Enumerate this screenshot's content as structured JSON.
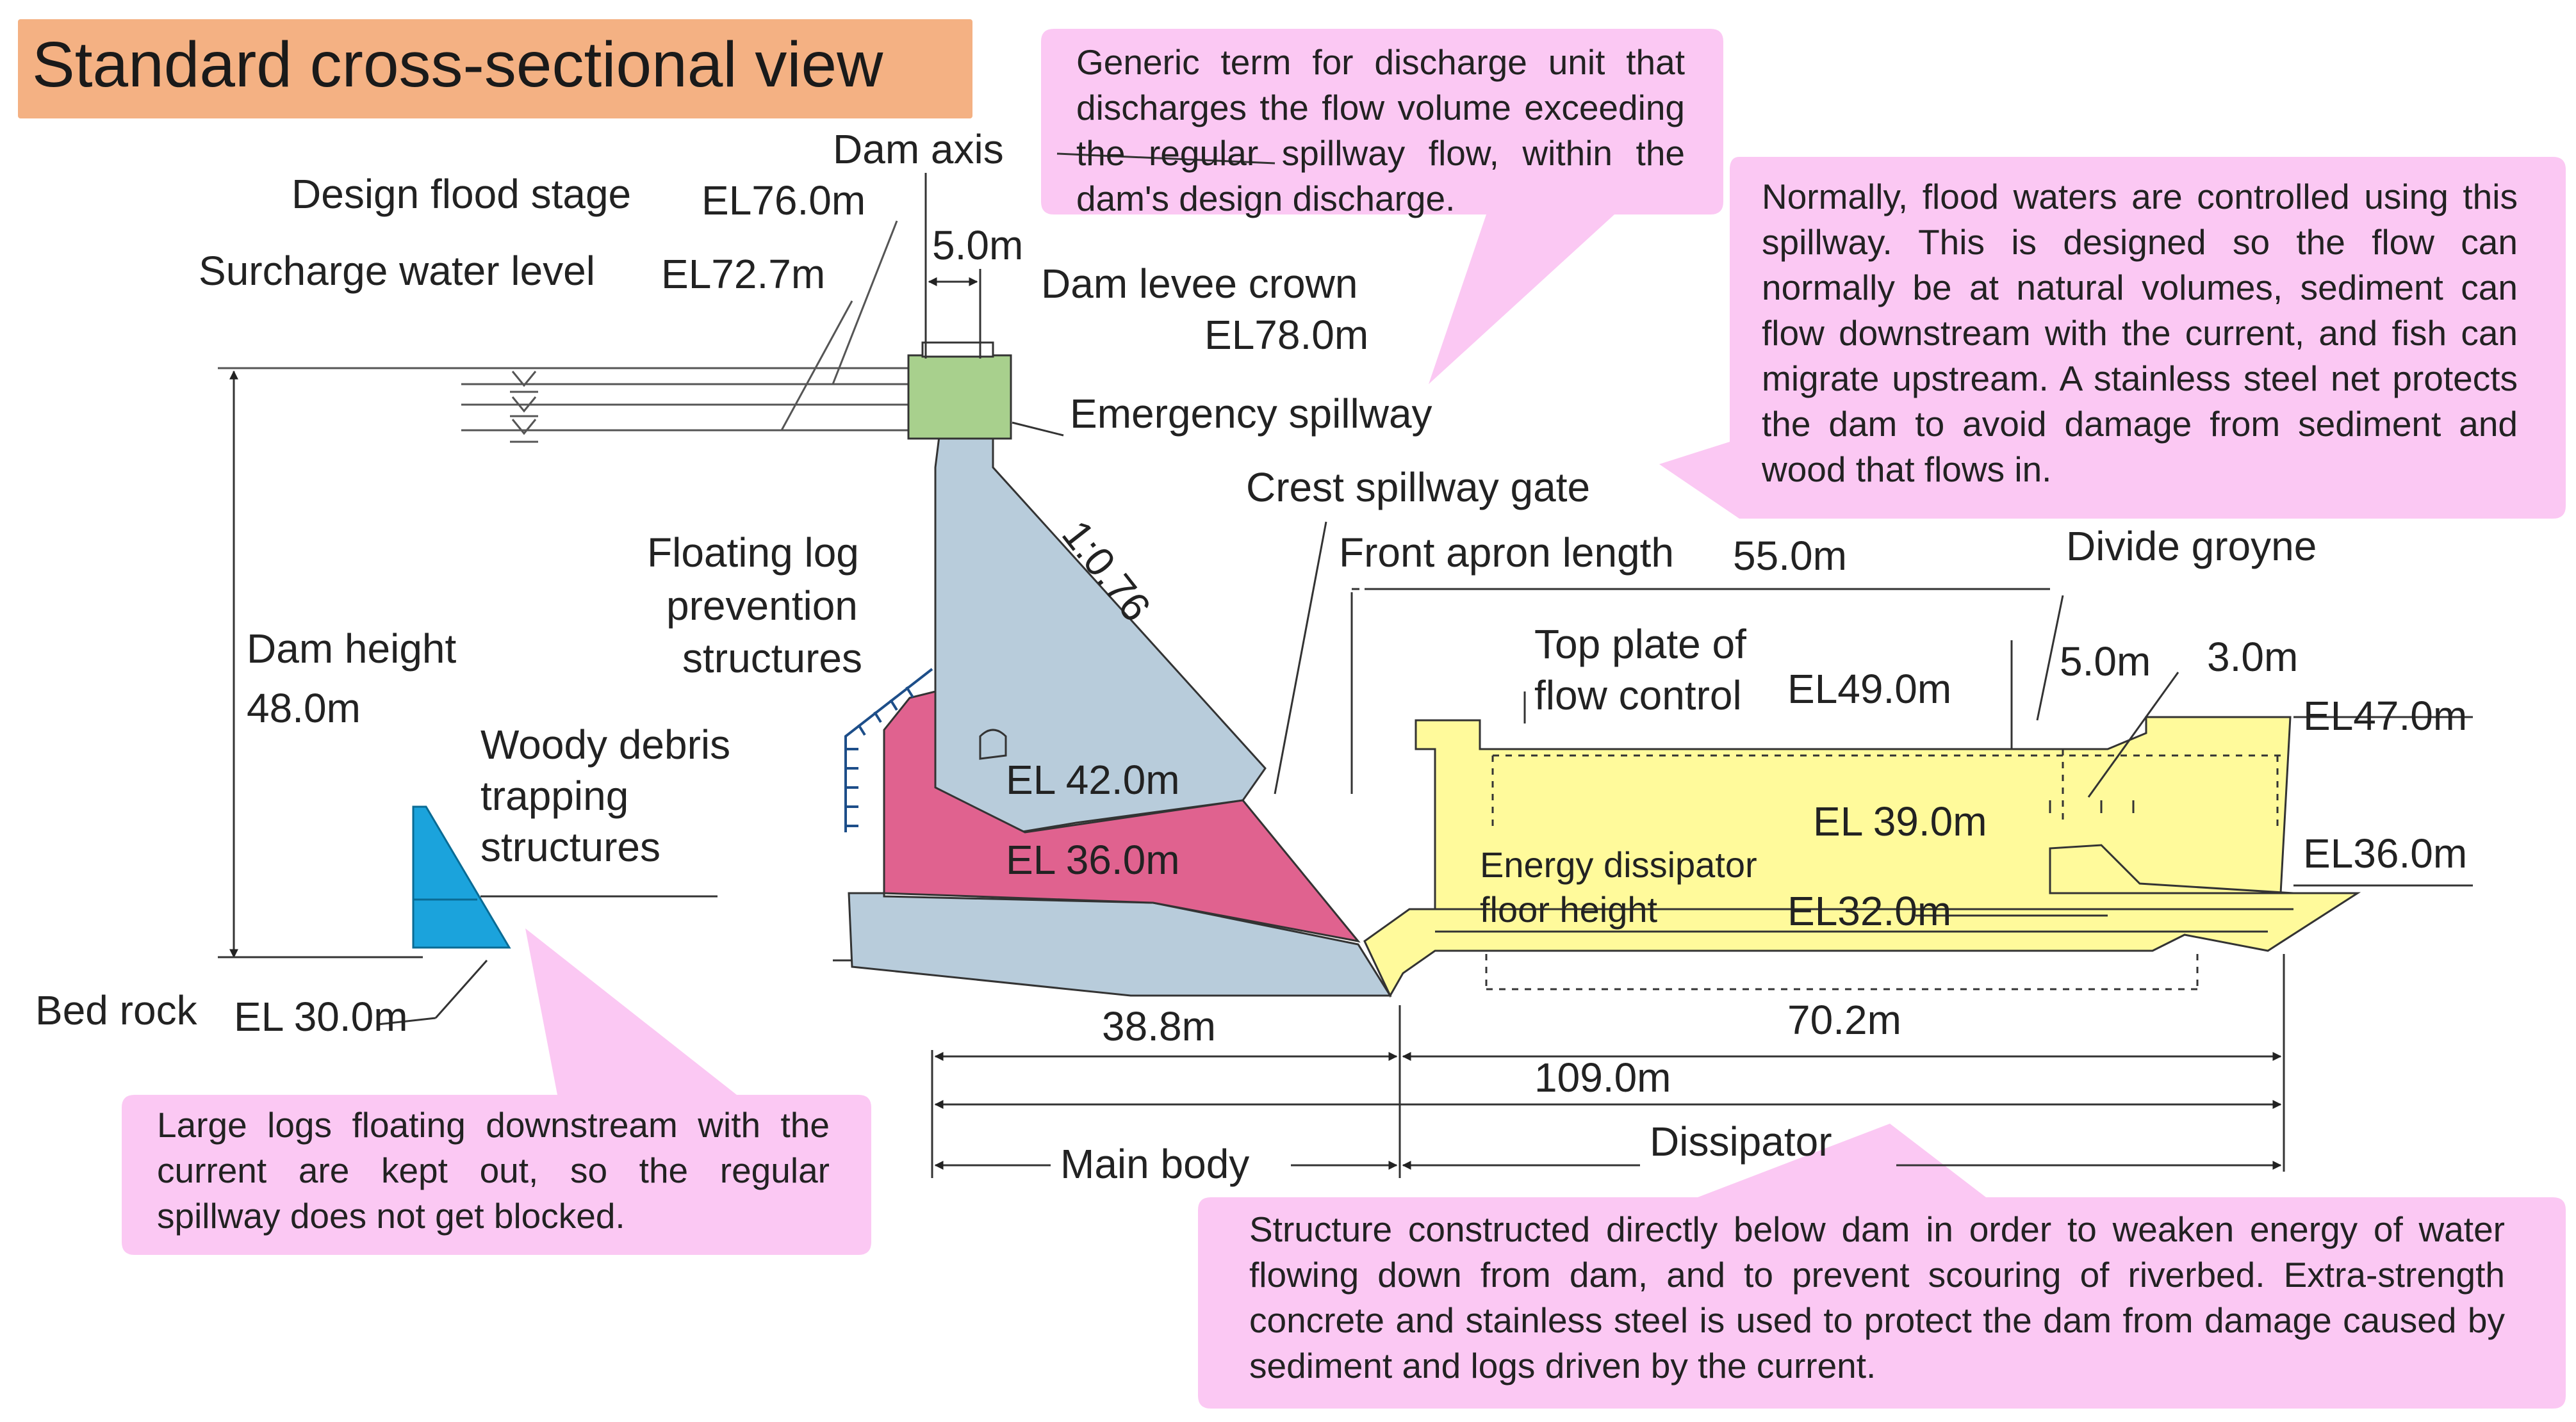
{
  "title": "Standard cross-sectional view",
  "labels": {
    "dam_axis": "Dam axis",
    "design_flood_stage": "Design flood stage",
    "design_flood_el": "EL76.0m",
    "surcharge_water_level": "Surcharge water level",
    "surcharge_el": "EL72.7m",
    "crest_width": "5.0m",
    "dam_levee_crown": "Dam levee crown",
    "dam_levee_crown_el": "EL78.0m",
    "emergency_spillway": "Emergency spillway",
    "crest_spillway_gate": "Crest spillway gate",
    "slope": "1:0.76",
    "floating_log_1": "Floating log",
    "floating_log_2": "prevention",
    "floating_log_3": "structures",
    "dam_height": "Dam height",
    "dam_height_value": "48.0m",
    "woody_1": "Woody debris",
    "woody_2": "trapping",
    "woody_3": "structures",
    "el_42": "EL 42.0m",
    "el_36_body": "EL 36.0m",
    "front_apron": "Front apron length",
    "front_apron_value": "55.0m",
    "divide_groyne": "Divide groyne",
    "top_plate_1": "Top plate of",
    "top_plate_2": "flow control",
    "el_49": "EL49.0m",
    "groyne_width_1": "5.0m",
    "groyne_width_2": "3.0m",
    "el_47": "EL47.0m",
    "el_39": "EL 39.0m",
    "el_36_right": "EL36.0m",
    "energy_1": "Energy dissipator",
    "energy_2": "floor height",
    "el_32": "EL32.0m",
    "bed_rock": "Bed rock",
    "bed_rock_el": "EL 30.0m",
    "dim_38_8": "38.8m",
    "dim_70_2": "70.2m",
    "dim_109": "109.0m",
    "main_body": "Main body",
    "dissipator": "Dissipator"
  },
  "bubbles": {
    "generic_term": "Generic term for discharge unit that discharges the flow volume exceeding the regular spillway flow, within the dam's design discharge.",
    "normally": "Normally, flood waters are controlled using this spillway. This is designed so the flow can normally be at natural volumes, sediment can flow downstream with the current, and fish can migrate upstream. A stainless steel net protects the dam to avoid damage from sediment and wood that flows in.",
    "large_logs": "Large logs floating downstream with the current are kept out, so the regular spillway does not get blocked.",
    "structure": "Structure constructed directly below dam in order to weaken energy of water flowing down from dam, and to prevent scouring of riverbed. Extra-strength concrete and stainless steel is used to protect the dam from damage caused by sediment and logs driven by the current."
  },
  "colors": {
    "title_bg": "#f4b183",
    "bubble": "#fbc8f3",
    "dam_body": "#b8ccdb",
    "dam_inner": "#e0628f",
    "crest": "#a8d08d",
    "dissipator": "#fffa9b",
    "trap": "#1ba3dc"
  }
}
